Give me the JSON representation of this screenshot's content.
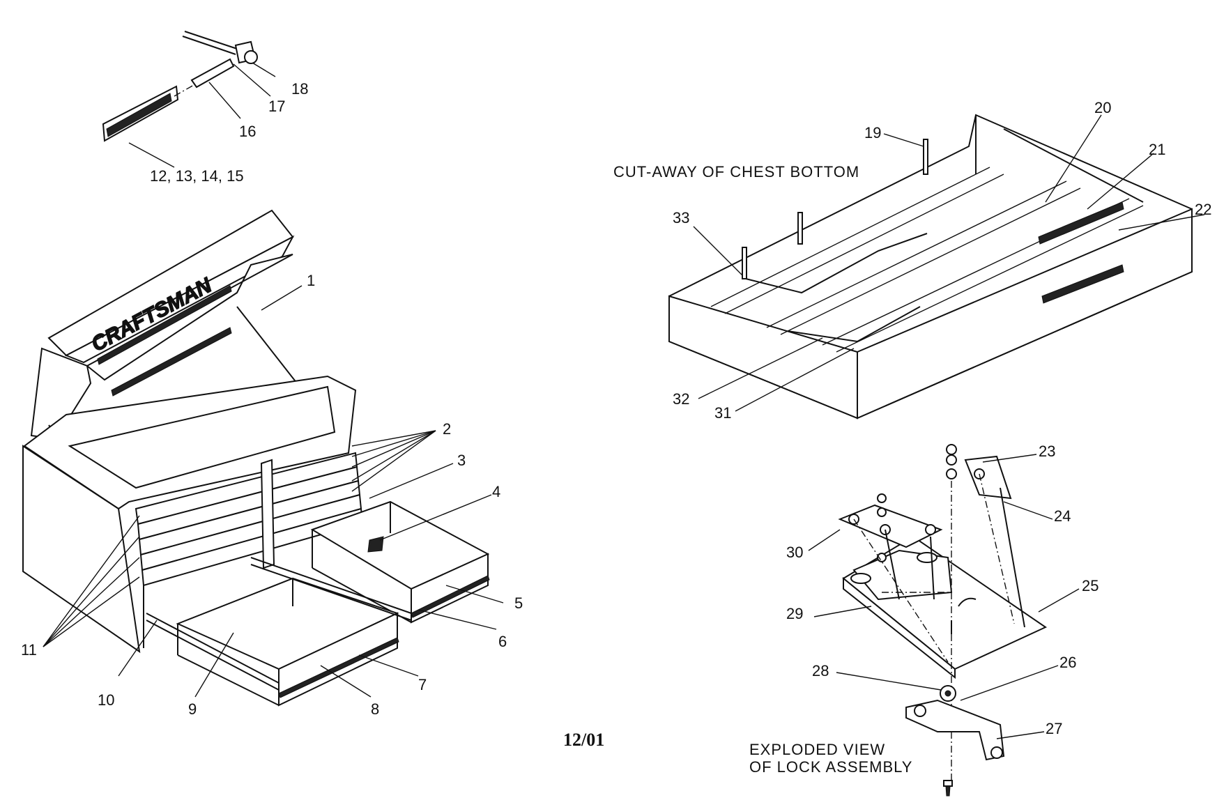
{
  "captions": {
    "cutaway": "CUT-AWAY OF CHEST BOTTOM",
    "exploded_line1": "EXPLODED VIEW",
    "exploded_line2": "OF LOCK ASSEMBLY",
    "date": "12/01",
    "brand": "CRAFTSMAN"
  },
  "callouts": {
    "c1": "1",
    "c2": "2",
    "c3": "3",
    "c4": "4",
    "c5": "5",
    "c6": "6",
    "c7": "7",
    "c8": "8",
    "c9": "9",
    "c10": "10",
    "c11": "11",
    "c12": "12, 13, 14, 15",
    "c16": "16",
    "c17": "17",
    "c18": "18",
    "c19": "19",
    "c20": "20",
    "c21": "21",
    "c22": "22",
    "c23": "23",
    "c24": "24",
    "c25": "25",
    "c26": "26",
    "c27": "27",
    "c28": "28",
    "c29": "29",
    "c30": "30",
    "c31": "31",
    "c32": "32",
    "c33": "33"
  }
}
